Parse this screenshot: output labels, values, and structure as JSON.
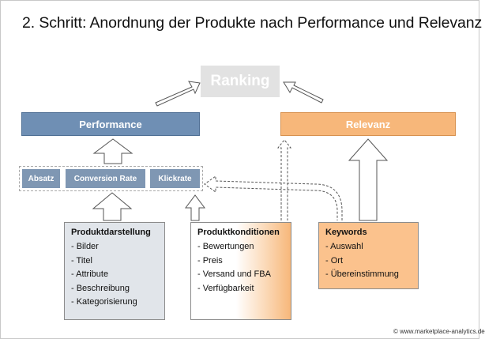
{
  "title": "2. Schritt: Anordnung der Produkte nach Performance und Relevanz",
  "ranking": "Ranking",
  "performance": "Performance",
  "relevanz": "Relevanz",
  "metrics": [
    "Absatz",
    "Conversion Rate",
    "Klickrate"
  ],
  "cards": [
    {
      "heading": "Produktdarstellung",
      "items": [
        "- Bilder",
        "- Titel",
        "- Attribute",
        "- Beschreibung",
        "- Kategorisierung"
      ]
    },
    {
      "heading": "Produktkonditionen",
      "items": [
        "- Bewertungen",
        "- Preis",
        "- Versand und FBA",
        "- Verfügbarkeit"
      ]
    },
    {
      "heading": "Keywords",
      "items": [
        "- Auswahl",
        "- Ort",
        "- Übereinstimmung"
      ]
    }
  ],
  "copyright": "© www.marketplace-analytics.de",
  "colors": {
    "performance": "#6f8fb4",
    "relevanz": "#f7b77a",
    "ranking": "#e2e2e2",
    "metric": "#7f97b3",
    "produktdarstellung_bg": "#e1e5ea",
    "keywords_bg": "#fbc28d"
  }
}
